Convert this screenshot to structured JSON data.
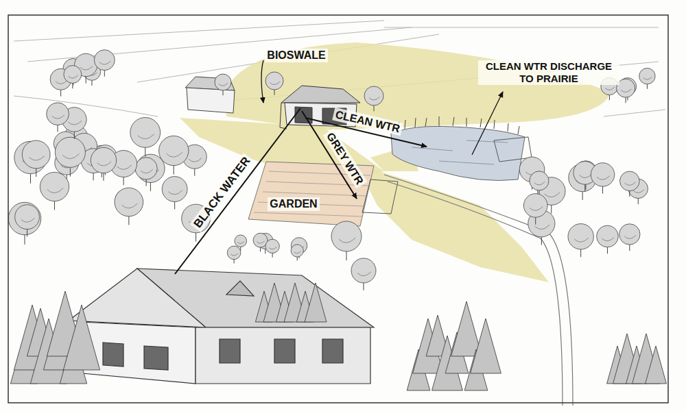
{
  "diagram": {
    "labels": [
      "BIOSWALE",
      "CLEAN WTR DISCHARGE TO PRAIRIE",
      "CLEAN WTR",
      "GREY WTR",
      "GARDEN",
      "BLACK WATER"
    ]
  }
}
